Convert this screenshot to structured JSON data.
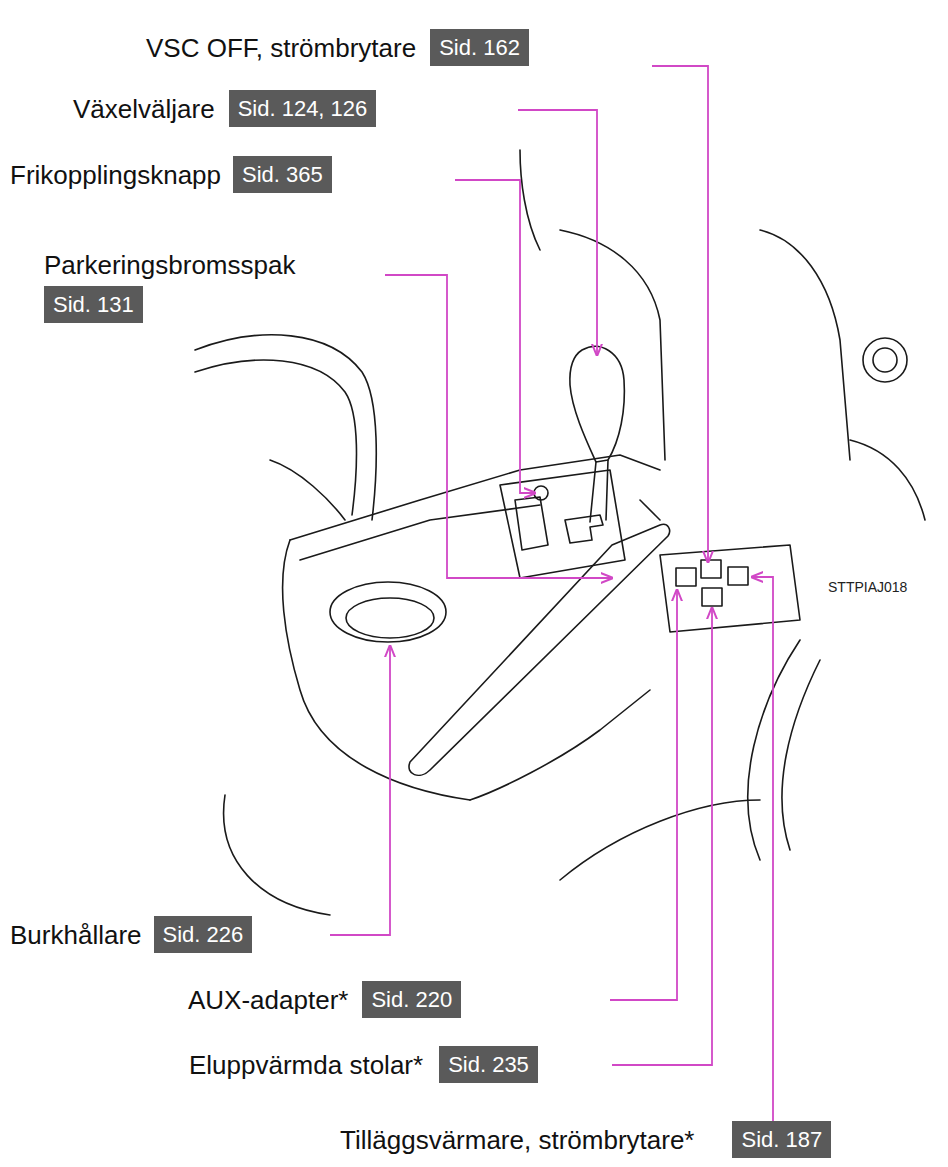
{
  "diagram": {
    "nodes": [
      {
        "text": [
          "VSC OFF, strömbrytare",
          "Sid. 162"
        ]
      },
      {
        "text": [
          "Växelväljare",
          "Sid. 124, 126"
        ]
      },
      {
        "text": [
          "Frikopplingsknapp",
          "Sid. 365"
        ]
      },
      {
        "text": [
          "Parkeringsbromsspak",
          "Sid. 131"
        ]
      },
      {
        "text": [
          "Burkhållare",
          "Sid. 226"
        ]
      },
      {
        "text": [
          "AUX-adapter*",
          "Sid. 220"
        ]
      },
      {
        "text": [
          "Eluppvärmda stolar*",
          "Sid. 235"
        ]
      },
      {
        "text": [
          "Tilläggsvärmare, strömbrytare*",
          "Sid. 187"
        ]
      }
    ],
    "labels": [
      "STTPIAJ018"
    ]
  }
}
